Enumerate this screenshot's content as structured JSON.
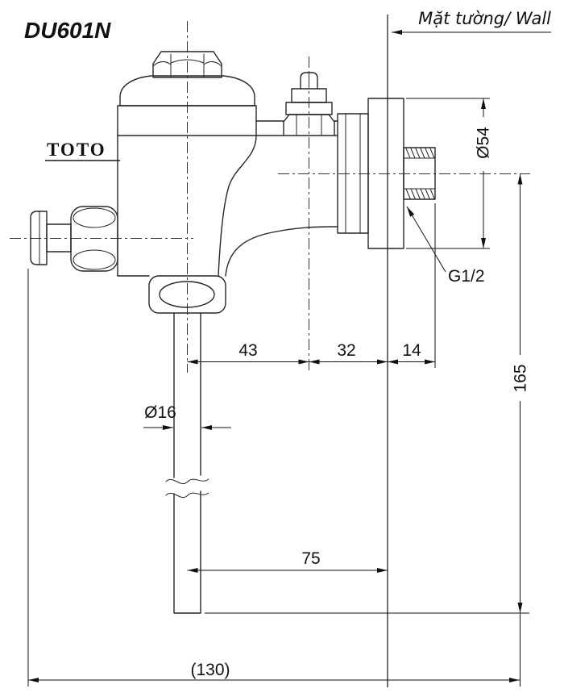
{
  "title": {
    "model": "DU601N"
  },
  "wall": {
    "label": "Mặt tường/ Wall"
  },
  "brand": {
    "name": "TOTO"
  },
  "dimensions": {
    "flange_diameter": "Ø54",
    "thread_size": "G1/2",
    "center_to_breaker": "43",
    "breaker_to_wall": "32",
    "thread_depth": "14",
    "inlet_to_outlet_height": "165",
    "outlet_pipe_diameter": "Ø16",
    "outlet_center_to_wall": "75",
    "overall_depth": "(130)"
  },
  "colors": {
    "line": "#262626",
    "text": "#111111",
    "background": "#ffffff"
  }
}
